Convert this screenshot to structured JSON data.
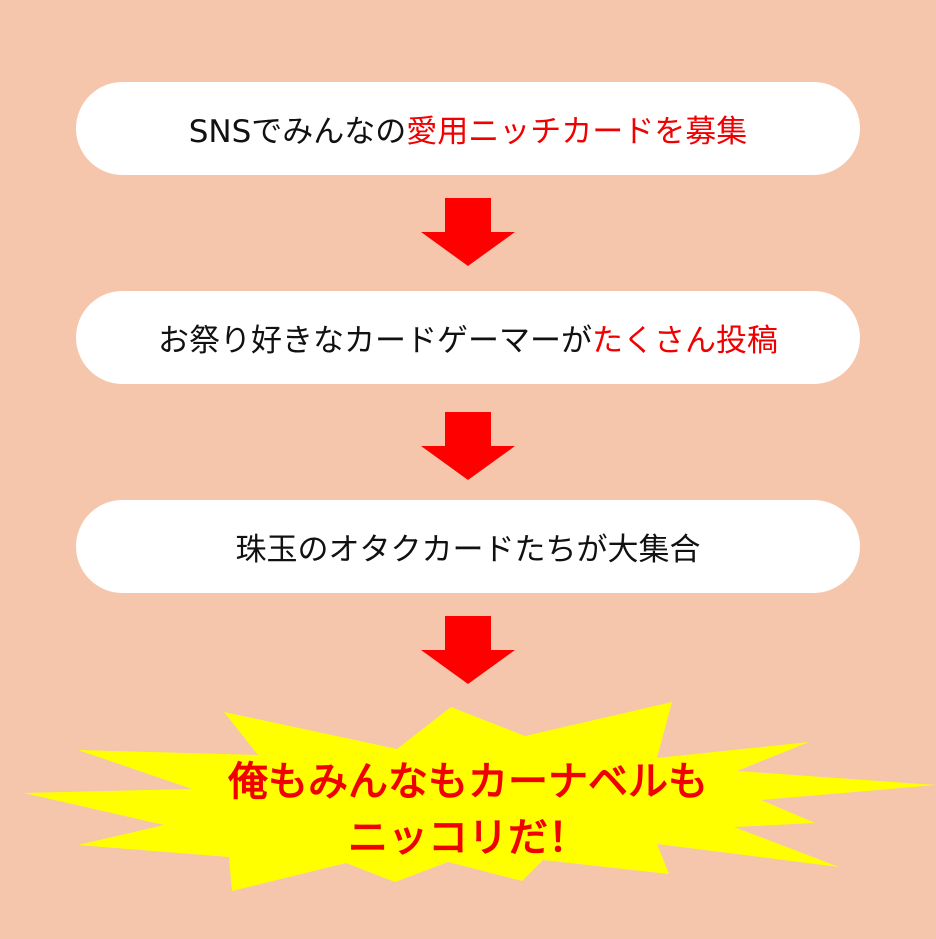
{
  "steps": [
    {
      "normal": "SNSでみんなの",
      "highlight": "愛用ニッチカードを募集"
    },
    {
      "normal": "お祭り好きなカードゲーマーが",
      "highlight": "たくさん投稿"
    },
    {
      "normal": "珠玉のオタクカードたちが大集合",
      "highlight": ""
    }
  ],
  "conclusion": {
    "line1": "俺もみんなもカーナベルも",
    "line2": "ニッコリだ！"
  },
  "colors": {
    "background": "#F5C6AC",
    "arrow": "#FF0000",
    "burst": "#FFFF00",
    "highlight": "#F00000"
  }
}
